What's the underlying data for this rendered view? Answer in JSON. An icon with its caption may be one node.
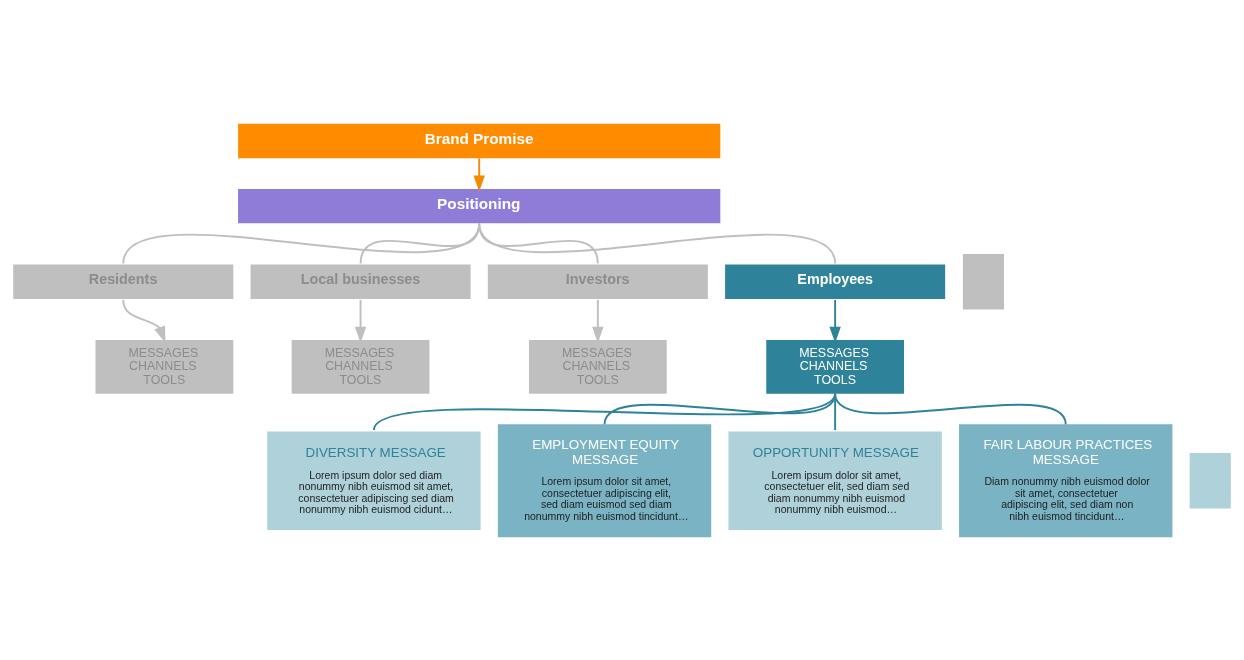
{
  "diagram": {
    "nodes": [
      {
        "text": [
          "Brand Promise"
        ]
      },
      {
        "text": [
          "Positioning"
        ]
      },
      {
        "text": [
          "Residents"
        ]
      },
      {
        "text": [
          "Local businesses"
        ]
      },
      {
        "text": [
          "Investors"
        ]
      },
      {
        "text": [
          "Employees"
        ]
      },
      {
        "text": [],
        "shape": "box"
      },
      {
        "text": [
          "MESSAGES CHANNELS TOOLS"
        ]
      },
      {
        "text": [
          "MESSAGES CHANNELS TOOLS"
        ]
      },
      {
        "text": [
          "MESSAGES CHANNELS TOOLS"
        ]
      },
      {
        "text": [
          "MESSAGES CHANNELS TOOLS"
        ]
      },
      {
        "text": [
          "DIVERSITY MESSAGE",
          "Lorem ipsum dolor sed diam nonummy nibh euismod sit amet, consectetuer adipiscing sed diam nonummy nibh euismod cidunt…"
        ]
      },
      {
        "text": [
          "EMPLOYMENT EQUITY MESSAGE",
          "Lorem ipsum dolor sit amet, consectetuer adipiscing elit, sed diam euismod sed diam nonummy nibh euismod tincidunt…"
        ]
      },
      {
        "text": [
          "OPPORTUNITY MESSAGE",
          "Lorem ipsum dolor sit amet, consectetuer elit, sed diam sed diam nonummy nibh euismod nonummy nibh euismod…"
        ]
      },
      {
        "text": [
          "FAIR LABOUR PRACTICES MESSAGE",
          "Diam nonummy nibh euismod dolor sit amet, consectetuer adipiscing elit, sed diam non nibh euismod tincidunt…"
        ]
      },
      {
        "text": [],
        "shape": "box"
      }
    ],
    "edges": [
      {
        "from": 0,
        "to": 1,
        "arrow": "to",
        "color": "#f58a00"
      },
      {
        "from": 1,
        "to": 2,
        "arrow": "none"
      },
      {
        "from": 1,
        "to": 3,
        "arrow": "none"
      },
      {
        "from": 1,
        "to": 4,
        "arrow": "none"
      },
      {
        "from": 1,
        "to": 5,
        "arrow": "none"
      },
      {
        "from": 2,
        "to": 7,
        "arrow": "to"
      },
      {
        "from": 3,
        "to": 8,
        "arrow": "to"
      },
      {
        "from": 4,
        "to": 9,
        "arrow": "to"
      },
      {
        "from": 5,
        "to": 10,
        "arrow": "to",
        "color": "#2e8299"
      },
      {
        "from": 10,
        "to": 11,
        "arrow": "none",
        "color": "#2e8299"
      },
      {
        "from": 10,
        "to": 12,
        "arrow": "none",
        "color": "#2e8299"
      },
      {
        "from": 10,
        "to": 13,
        "arrow": "none",
        "color": "#2e8299"
      },
      {
        "from": 10,
        "to": 14,
        "arrow": "none",
        "color": "#2e8299"
      }
    ]
  }
}
